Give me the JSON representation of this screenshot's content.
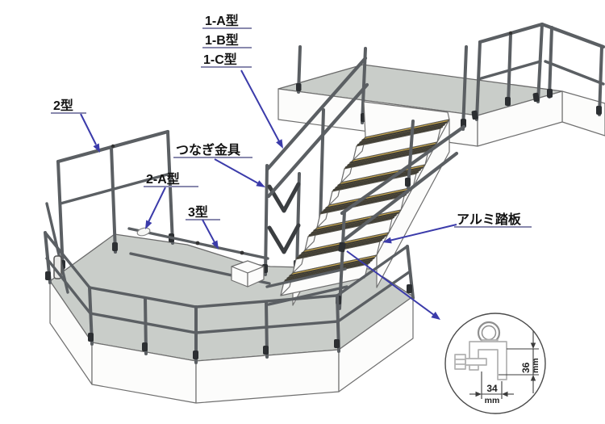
{
  "diagram_labels": {
    "type_1a": "1-A型",
    "type_1b": "1-B型",
    "type_1c": "1-C型",
    "type_2": "2型",
    "connector_fitting": "つなぎ金具",
    "type_2a": "2-A型",
    "type_3": "3型",
    "aluminum_tread": "アルミ踏板"
  },
  "detail_view": {
    "height_value": "36",
    "height_unit": "mm",
    "width_value": "34",
    "width_unit": "mm"
  },
  "colors": {
    "annotation_blue": "#3b3baa",
    "label_underline": "#8888ad",
    "deck_gray": "#c9cdc9",
    "tread_yellow": "#d2ae4e",
    "tread_stripe": "#403e36",
    "rail_gray": "#5b5f63",
    "clamp_dark": "#2c2f32",
    "outline_gray": "#6a6a6a",
    "detail_line_light": "#b0b0b0",
    "dimension_line": "#3c3c3c"
  }
}
